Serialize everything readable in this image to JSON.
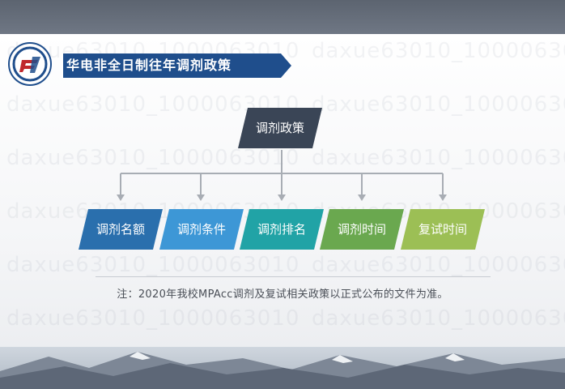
{
  "title": "华电非全日制往年调剂政策",
  "root": {
    "label": "调剂政策",
    "color": "#3a4556"
  },
  "children": [
    {
      "label": "调剂名额",
      "color": "#2a6fad"
    },
    {
      "label": "调剂条件",
      "color": "#3d97d6"
    },
    {
      "label": "调剂排名",
      "color": "#21a3a6"
    },
    {
      "label": "调剂时间",
      "color": "#6aa84f"
    },
    {
      "label": "复试时间",
      "color": "#9cbf55"
    }
  ],
  "note": "注：2020年我校MPAcc调剂及复试相关政策以正式公布的文件为准。",
  "watermark": "daxue63010_1000063010",
  "colors": {
    "banner": "#1f4e8c",
    "banner_accent": "#ffffff",
    "connector": "#a8adb4"
  }
}
